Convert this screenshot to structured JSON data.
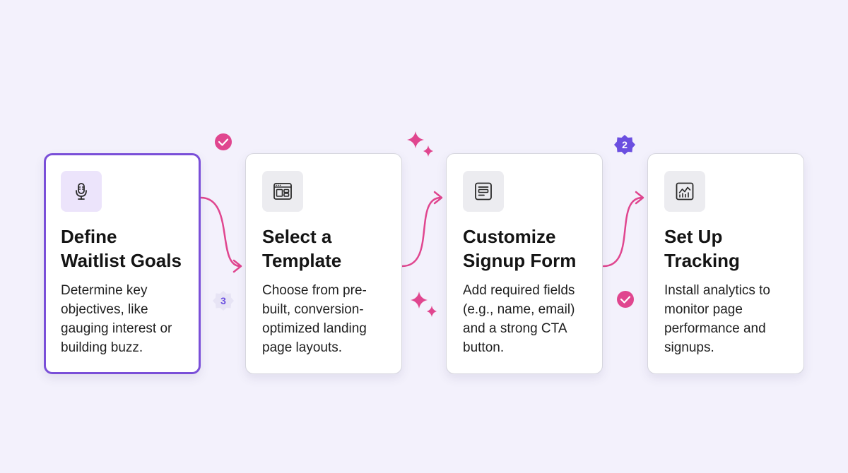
{
  "steps": [
    {
      "title_line1": "Define",
      "title_line2": "Waitlist Goals",
      "description": "Determine key objectives, like gauging interest or building buzz.",
      "icon": "microphone-icon",
      "active": true
    },
    {
      "title_line1": "Select a",
      "title_line2": "Template",
      "description": "Choose from pre-built, conversion-optimized landing page layouts.",
      "icon": "layout-template-icon",
      "active": false
    },
    {
      "title_line1": "Customize",
      "title_line2": "Signup Form",
      "description": "Add required fields (e.g., name, email) and a strong CTA button.",
      "icon": "form-icon",
      "active": false
    },
    {
      "title_line1": "Set Up",
      "title_line2": "Tracking",
      "description": "Install analytics to monitor page performance and signups.",
      "icon": "analytics-chart-icon",
      "active": false
    }
  ],
  "badges": {
    "badge_purple": "2",
    "badge_light": "3"
  },
  "colors": {
    "background": "#f3f1fc",
    "accent_purple": "#7a4fd8",
    "connector_pink": "#e0468f",
    "badge_purple": "#6b4fe0",
    "check_pink": "#e0468f"
  }
}
